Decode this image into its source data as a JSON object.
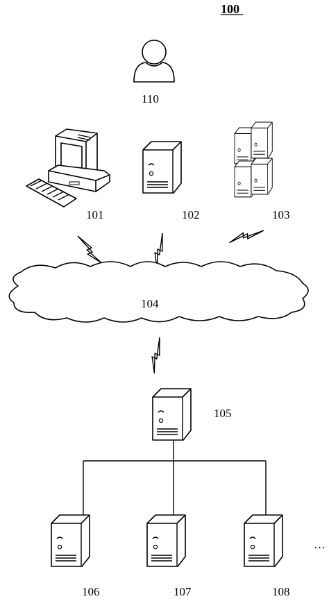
{
  "figure_label": "100",
  "nodes": {
    "user": "110",
    "desktop": "101",
    "server_102": "102",
    "server_cluster": "103",
    "network": "104",
    "server_105": "105",
    "server_106": "106",
    "server_107": "107",
    "server_108": "108"
  },
  "ellipsis": "…",
  "icons": {
    "user": "person-icon",
    "desktop": "desktop-computer-icon",
    "server": "server-tower-icon",
    "cluster": "server-cluster-icon",
    "network": "cloud-icon",
    "link": "lightning-bolt-icon"
  }
}
